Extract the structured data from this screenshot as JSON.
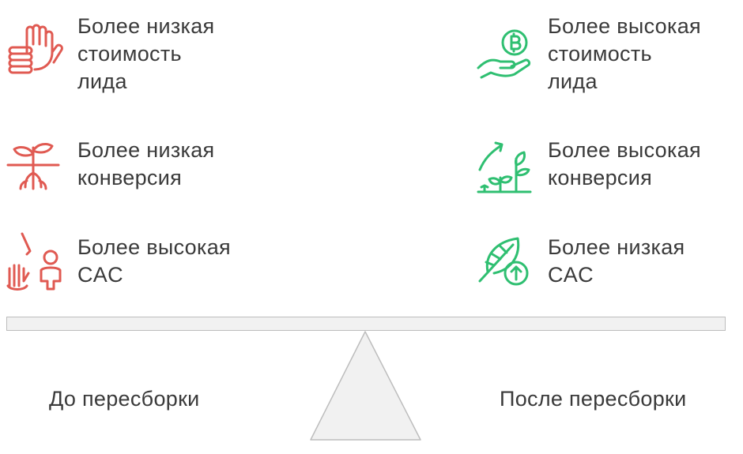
{
  "colors": {
    "negative": "#e05a52",
    "positive": "#2fbf71",
    "beam_fill": "#f1f1f1",
    "beam_stroke": "#bdbdbd"
  },
  "left": {
    "caption": "До пересборки",
    "items": [
      {
        "label": "Более низкая\nстоимость\nлида",
        "icon": "hand-coins-icon"
      },
      {
        "label": "Более низкая\nконверсия",
        "icon": "sprout-roots-icon"
      },
      {
        "label": "Более высокая\nCAC",
        "icon": "hand-person-icon"
      }
    ]
  },
  "right": {
    "caption": "После пересборки",
    "items": [
      {
        "label": "Более высокая\nстоимость\nлида",
        "icon": "hand-bitcoin-icon"
      },
      {
        "label": "Более высокая\nконверсия",
        "icon": "growing-plants-icon"
      },
      {
        "label": "Более низкая\nCAC",
        "icon": "leaf-arrow-up-icon"
      }
    ]
  }
}
